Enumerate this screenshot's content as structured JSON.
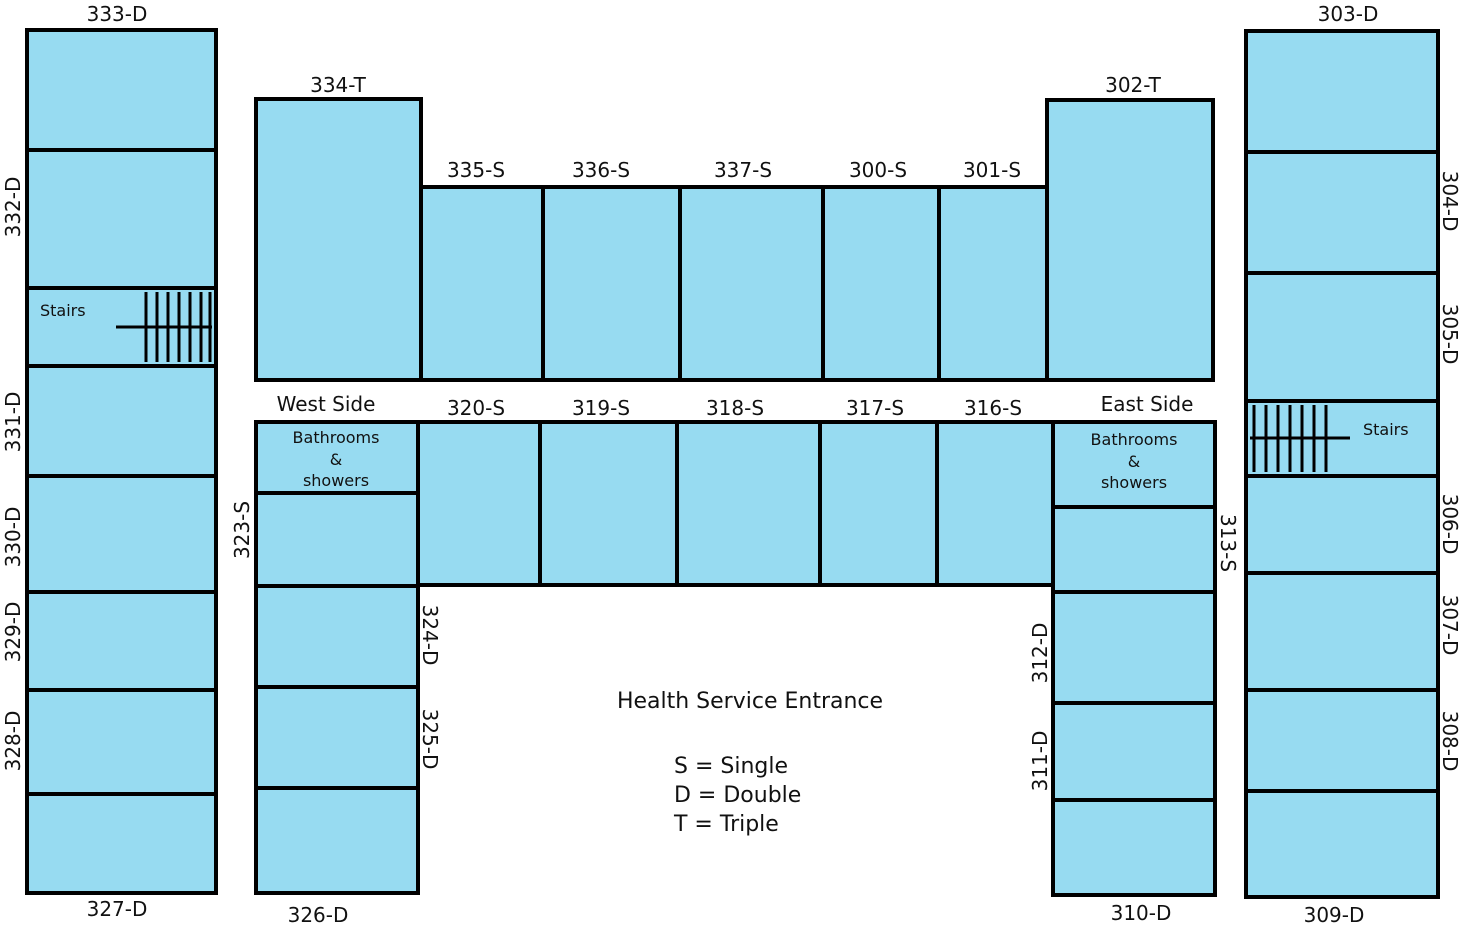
{
  "rooms": {
    "r333": "333-D",
    "r332": "332-D",
    "r331": "331-D",
    "r330": "330-D",
    "r329": "329-D",
    "r328": "328-D",
    "r327": "327-D",
    "r334": "334-T",
    "r335": "335-S",
    "r336": "336-S",
    "r337": "337-S",
    "r300": "300-S",
    "r301": "301-S",
    "r302": "302-T",
    "r320": "320-S",
    "r319": "319-S",
    "r318": "318-S",
    "r317": "317-S",
    "r316": "316-S",
    "r323": "323-S",
    "r324": "324-D",
    "r325": "325-D",
    "r326": "326-D",
    "r313": "313-S",
    "r312": "312-D",
    "r311": "311-D",
    "r310": "310-D",
    "r303": "303-D",
    "r304": "304-D",
    "r305": "305-D",
    "r306": "306-D",
    "r307": "307-D",
    "r308": "308-D",
    "r309": "309-D"
  },
  "labels": {
    "west_side": "West Side",
    "east_side": "East Side",
    "stairs": "Stairs",
    "bath_line1": "Bathrooms",
    "bath_line2": "&",
    "bath_line3": "showers",
    "entrance": "Health Service Entrance"
  },
  "legend": {
    "single": "S = Single",
    "double": "D = Double",
    "triple": "T = Triple"
  },
  "colors": {
    "room_fill": "#97dbf1",
    "wall": "#000000"
  }
}
